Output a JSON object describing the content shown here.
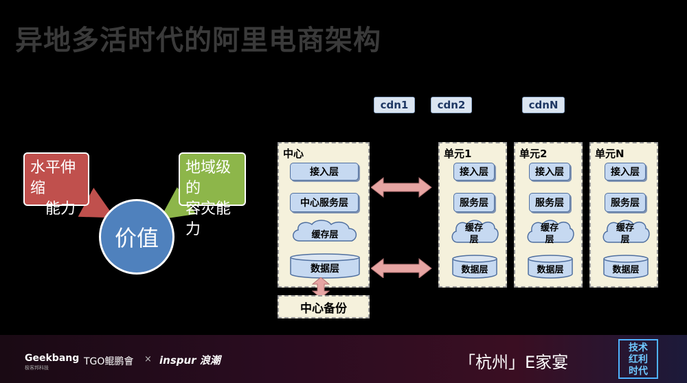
{
  "title": "异地多活时代的阿里电商架构",
  "value_diagram": {
    "left_box": {
      "line1": "水平伸缩",
      "line2": "能力",
      "color": "#c0504d"
    },
    "right_box": {
      "line1": "地域级的",
      "line2": "容灾能力",
      "color": "#8db64a"
    },
    "center": {
      "label": "价值",
      "color": "#4f81bd"
    }
  },
  "cdn": [
    "cdn1",
    "cdn2",
    "cdnN"
  ],
  "center_panel": {
    "title": "中心",
    "layers": [
      "接入层",
      "中心服务层",
      "缓存层",
      "数据层"
    ]
  },
  "backup_label": "中心备份",
  "units": [
    {
      "title": "单元1",
      "layers": [
        "接入层",
        "服务层",
        "缓存",
        "层",
        "数据层"
      ]
    },
    {
      "title": "单元2",
      "layers": [
        "接入层",
        "服务层",
        "缓存",
        "层",
        "数据层"
      ]
    },
    {
      "title": "单元N",
      "layers": [
        "接入层",
        "服务层",
        "缓存",
        "层",
        "数据层"
      ]
    }
  ],
  "footer": {
    "geekbang": "Geekbang",
    "geekbang_sub": "极客邦科技",
    "tgo": "TGO鲲鹏會",
    "times": "×",
    "inspur": "inspur 浪潮",
    "event": "「杭州」E家宴",
    "badge": [
      "技术",
      "红利",
      "时代"
    ]
  }
}
